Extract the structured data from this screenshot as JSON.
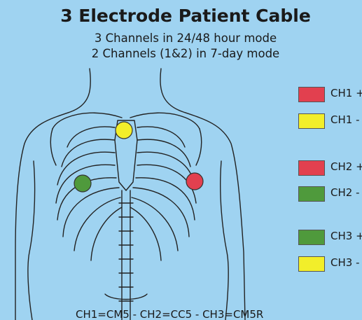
{
  "title": "3 Electrode Patient Cable",
  "subtitle_1": "3 Channels in 24/48 hour mode",
  "subtitle_2": "2 Channels (1&2) in 7-day mode",
  "colors": {
    "background": "#9fd3f1",
    "red": "#e2404f",
    "yellow": "#f2ee2a",
    "green": "#4f9a3c"
  },
  "electrodes": [
    {
      "name": "sternum-electrode",
      "color": "yellow"
    },
    {
      "name": "right-side-electrode",
      "color": "green"
    },
    {
      "name": "left-side-electrode",
      "color": "red"
    }
  ],
  "legend": [
    {
      "label": "CH1 +",
      "color": "red"
    },
    {
      "label": "CH1 -",
      "color": "yellow"
    },
    {
      "label": "CH2 +",
      "color": "red"
    },
    {
      "label": "CH2 -",
      "color": "green"
    },
    {
      "label": "CH3 +",
      "color": "green"
    },
    {
      "label": "CH3 -",
      "color": "yellow"
    }
  ],
  "footer": "CH1=CM5  -  CH2=CC5  -  CH3=CM5R"
}
